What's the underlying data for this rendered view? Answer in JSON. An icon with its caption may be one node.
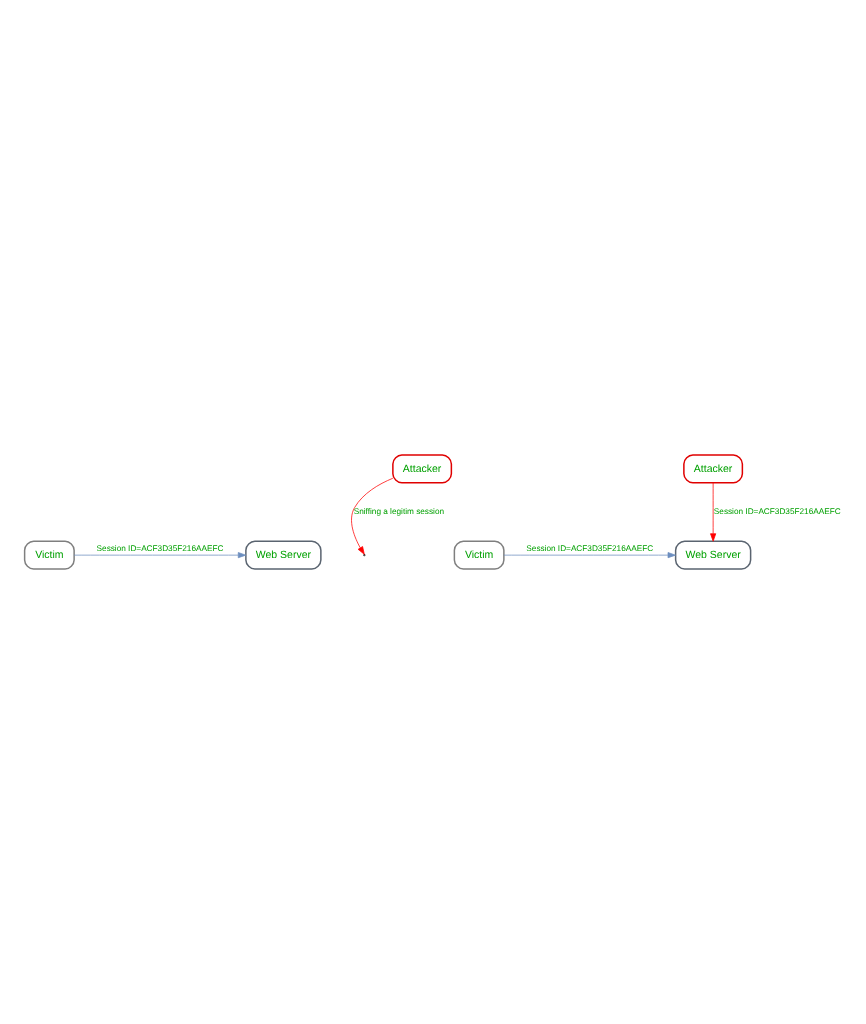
{
  "diagram": {
    "nodes": [
      {
        "text": [
          "Victim"
        ]
      },
      {
        "text": [
          "Web Server"
        ]
      },
      {
        "text": [
          "Attacker"
        ]
      },
      {
        "text": [
          "Victim"
        ]
      },
      {
        "text": [
          "Web Server"
        ]
      },
      {
        "text": [
          "Attacker"
        ]
      }
    ],
    "edges": [
      {
        "from": 0,
        "to": 1,
        "arrow": "to",
        "label": "Session ID=ACF3D35F216AAEFC"
      },
      {
        "from": 2,
        "to": null,
        "arrow": "to",
        "label": "Sniffing a legitim session",
        "color": "#ff0000"
      },
      {
        "from": 3,
        "to": 4,
        "arrow": "to",
        "label": "Session ID=ACF3D35F216AAEFC"
      },
      {
        "from": 5,
        "to": 4,
        "arrow": "to",
        "label": "Session ID=ACF3D35F216AAEFC",
        "color": "#ff0000"
      }
    ]
  }
}
